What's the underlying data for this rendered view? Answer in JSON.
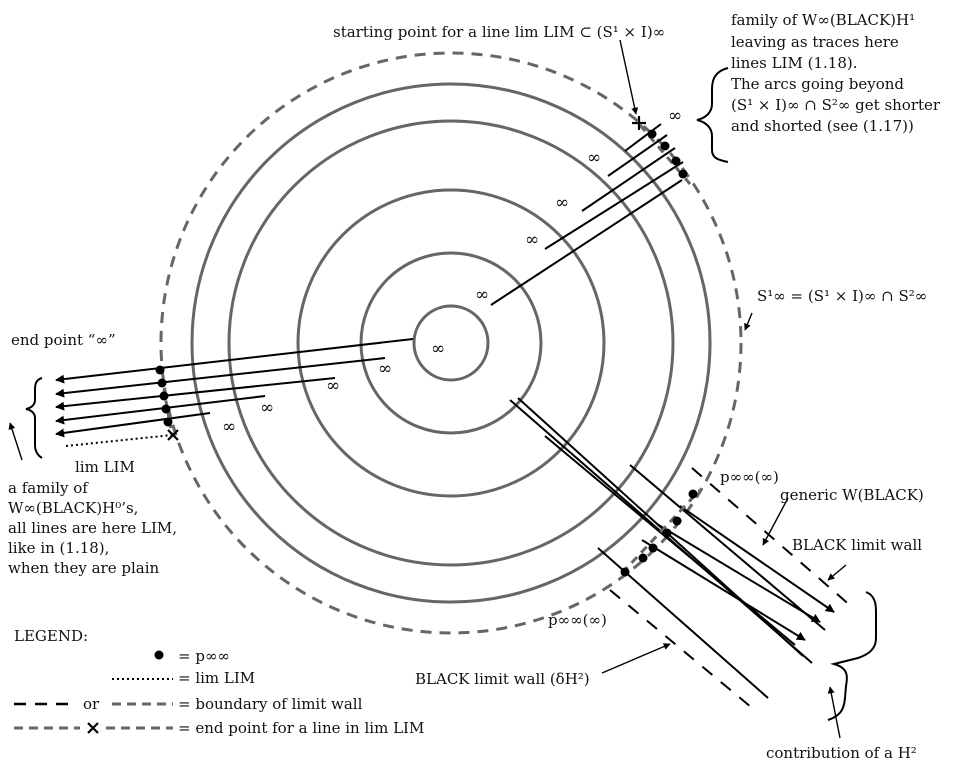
{
  "annotations": {
    "start_point": "starting point for a line lim LIM ⊂ (S¹ × I)∞",
    "family_top_1": "family of W∞(BLACK)H¹",
    "family_top_2": "leaving as traces here",
    "family_top_3": "lines LIM (1.18).",
    "family_top_4": "The arcs going beyond",
    "family_top_5": "(S¹ × I)∞ ∩ S²∞ get shorter",
    "family_top_6": "and shorted (see (1.17))",
    "s_inf": "S¹∞ = (S¹ × I)∞ ∩ S²∞",
    "end_point": "end point “∞”",
    "lim_lim": "lim LIM",
    "family_left_1": "a family of",
    "family_left_2": "W∞(BLACK)H⁰’s,",
    "family_left_3": "all lines are here LIM,",
    "family_left_4": "like in (1.18),",
    "family_left_5": "when they are plain",
    "p_top": "p∞∞(∞)",
    "p_bottom": "p∞∞(∞)",
    "generic_w": "generic W(BLACK)",
    "black_wall": "BLACK limit wall",
    "black_wall_delta": "BLACK limit wall (δH²)",
    "contribution": "contribution of a H²",
    "infinity": "∞"
  },
  "legend": {
    "title": "LEGEND:",
    "row1_value": "= p∞∞",
    "row2_value": "= lim LIM",
    "row3_or": "or",
    "row3_value": "= boundary of limit wall",
    "row4_value": "= end point for a line in lim LIM"
  }
}
